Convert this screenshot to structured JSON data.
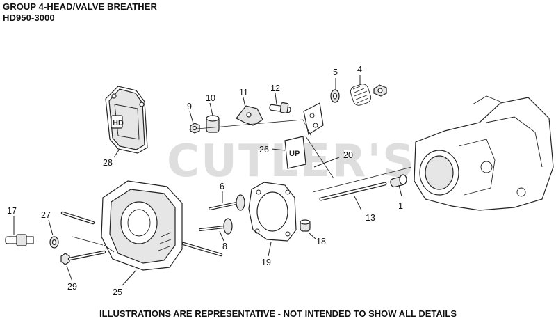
{
  "header": {
    "title": "GROUP 4-HEAD/VALVE BREATHER",
    "model": "HD950-3000"
  },
  "watermark": "CUTLER'S",
  "footer": "ILLUSTRATIONS ARE REPRESENTATIVE - NOT INTENDED TO SHOW ALL DETAILS",
  "cover_badge": "HD",
  "gasket_badge": "UP",
  "callouts": [
    "1",
    "4",
    "5",
    "6",
    "8",
    "9",
    "10",
    "11",
    "12",
    "13",
    "17",
    "18",
    "19",
    "20",
    "25",
    "26",
    "27",
    "28",
    "29"
  ]
}
